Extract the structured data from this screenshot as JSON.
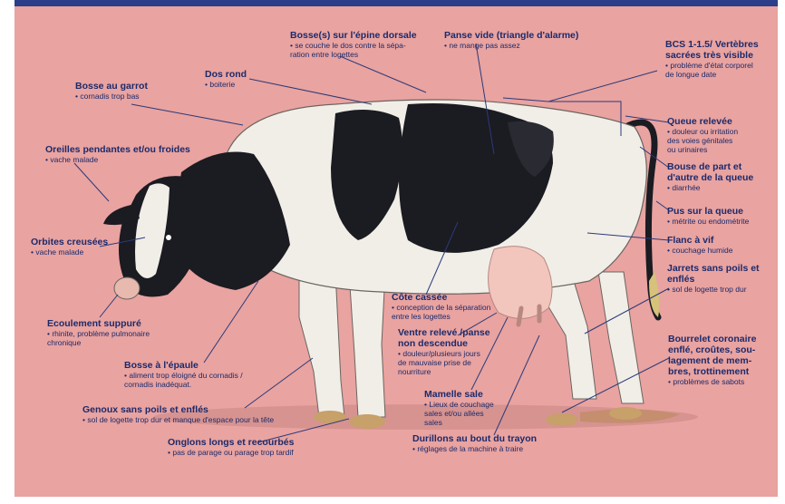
{
  "annotations": [
    {
      "id": "bosse-garrot",
      "title": "Bosse au garrot",
      "desc": "• cornadis trop bas"
    },
    {
      "id": "dos-rond",
      "title": "Dos rond",
      "desc": "• boiterie"
    },
    {
      "id": "bosses-epine",
      "title": "Bosse(s) sur l'épine dorsale",
      "desc": "• se couche le dos contre la sépa-\nration entre logettes"
    },
    {
      "id": "panse-vide",
      "title": "Panse vide (triangle d'alarme)",
      "desc": "• ne mange pas assez"
    },
    {
      "id": "bcs",
      "title": "BCS 1-1.5/ Vertèbres\nsacrées très visible",
      "desc": "• problème d'état corporel\n  de longue date"
    },
    {
      "id": "oreilles",
      "title": "Oreilles pendantes et/ou froides",
      "desc": "• vache malade"
    },
    {
      "id": "queue-relevee",
      "title": "Queue relevée",
      "desc": "• douleur ou irritation\n  des voies génitales\n  ou urinaires"
    },
    {
      "id": "bouse-part",
      "title": "Bouse de part et\nd'autre de la queue",
      "desc": "• diarrhée"
    },
    {
      "id": "pus-queue",
      "title": "Pus sur la queue",
      "desc": "• métrite ou endométrite"
    },
    {
      "id": "orbites",
      "title": "Orbites creusées",
      "desc": "• vache malade"
    },
    {
      "id": "flanc",
      "title": "Flanc à vif",
      "desc": "• couchage humide"
    },
    {
      "id": "jarrets",
      "title": "Jarrets sans poils et\nenflés",
      "desc": "• sol de logette trop dur"
    },
    {
      "id": "cote-cassee",
      "title": "Côte cassée",
      "desc": "• conception de la séparation\nentre les logettes"
    },
    {
      "id": "ecoulement",
      "title": "Ecoulement suppuré",
      "desc": "• rhinite, problème pulmonaire\n  chronique"
    },
    {
      "id": "ventre-releve",
      "title": "Ventre relevé /panse\nnon descendue",
      "desc": "• douleur/plusieurs jours\n  de mauvaise prise de\n  nourriture"
    },
    {
      "id": "bosse-epaule",
      "title": "Bosse à l'épaule",
      "desc": "• aliment trop éloigné du cornadis /\n  cornadis inadéquat."
    },
    {
      "id": "bourrelet",
      "title": "Bourrelet coronaire\nenflé, croûtes, sou-\nlagement de mem-\nbres, trottinement",
      "desc": "• problèmes de sabots"
    },
    {
      "id": "mamelle",
      "title": "Mamelle sale",
      "desc": "• Lieux de couchage\n  sales et/ou allées\n  sales"
    },
    {
      "id": "genoux",
      "title": "Genoux sans poils et enflés",
      "desc": "• sol de logette trop dur et manque d'espace pour la tête"
    },
    {
      "id": "onglons",
      "title": "Onglons longs et recourbés",
      "desc": "• pas de parage ou parage trop tardif"
    },
    {
      "id": "durillons",
      "title": "Durillons au bout du trayon",
      "desc": "• réglages de la machine à traire"
    }
  ],
  "colors": {
    "background": "#e9a3a0",
    "text": "#1c2a6b",
    "leader": "#2b3a7a",
    "cow_black": "#1b1b22",
    "cow_white": "#f1eee8",
    "udder": "#f2c6bd"
  }
}
